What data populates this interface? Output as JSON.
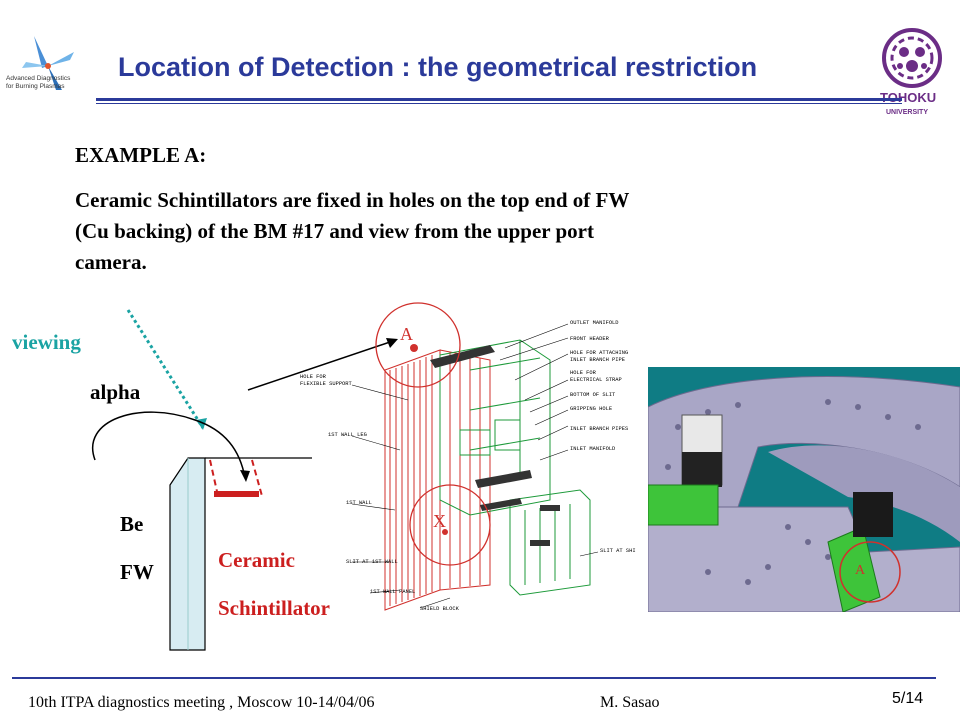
{
  "slide": {
    "title": "Location of Detection : the geometrical restriction",
    "logo_left_text_1": "Advanced Diagnostics",
    "logo_left_text_2": "for Burning Plasmas",
    "logo_right_text_1": "TOHOKU",
    "logo_right_text_2": "UNIVERSITY"
  },
  "content": {
    "heading": "EXAMPLE A:",
    "body": "Ceramic Schintillators are fixed in holes on the top end of FW (Cu backing) of the BM #17 and view from the upper port camera."
  },
  "sketch": {
    "viewing": "viewing",
    "alpha": "alpha",
    "be": "Be",
    "fw": "FW",
    "ceramic": "Ceramic",
    "schintillator": "Schintillator"
  },
  "drawing": {
    "marker_a": "A",
    "marker_x": "X",
    "callouts": [
      "OUTLET MANIFOLD",
      "FRONT HEADER",
      "HOLE FOR ATTACHING",
      "INLET BRANCH PIPE",
      "HOLE FOR",
      "ELECTRICAL STRAP",
      "BOTTOM OF SLIT",
      "GRIPPING HOLE",
      "INLET BRANCH PIPES",
      "INLET MANIFOLD",
      "SLIT AT SHI",
      "HOLE FOR",
      "FLEXIBLE SUPPORT",
      "1ST WALL LEG",
      "1ST WALL",
      "SLIT AT 1ST WALL",
      "1ST WALL PANEL",
      "SHIELD BLOCK"
    ]
  },
  "render": {
    "marker_a": "A"
  },
  "footer": {
    "meeting": "10th  ITPA diagnostics meeting , Moscow 10-14/04/06",
    "author": "M. Sasao",
    "page": "5/14"
  }
}
